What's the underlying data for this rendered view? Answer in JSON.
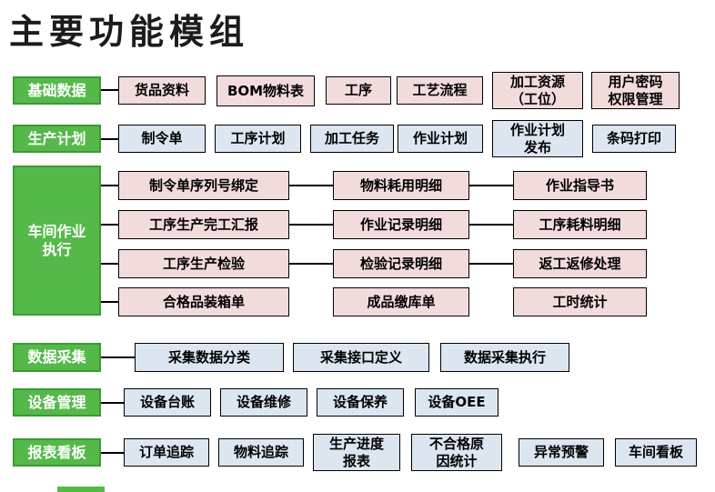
{
  "title": "主要功能模组",
  "colors": {
    "green": "#55b94a",
    "green-border": "#3a9a35",
    "pink": "#f2dcdb",
    "blue": "#dce6f1"
  },
  "rows": [
    {
      "category": "基础数据",
      "items": [
        "货品资料",
        "BOM物料表",
        "工序",
        "工艺流程",
        "加工资源\n（工位）",
        "用户密码\n权限管理"
      ]
    },
    {
      "category": "生产计划",
      "items": [
        "制令单",
        "工序计划",
        "加工任务",
        "作业计划",
        "作业计划\n发布",
        "条码打印"
      ]
    },
    {
      "category": "车间作业\n执行",
      "grid": [
        [
          "制令单序列号绑定",
          "物料耗用明细",
          "作业指导书"
        ],
        [
          "工序生产完工汇报",
          "作业记录明细",
          "工序耗料明细"
        ],
        [
          "工序生产检验",
          "检验记录明细",
          "返工返修处理"
        ],
        [
          "合格品装箱单",
          "成品缴库单",
          "工时统计"
        ]
      ]
    },
    {
      "category": "数据采集",
      "items": [
        "采集数据分类",
        "采集接口定义",
        "数据采集执行"
      ]
    },
    {
      "category": "设备管理",
      "items": [
        "设备台账",
        "设备维修",
        "设备保养",
        "设备OEE"
      ]
    },
    {
      "category": "报表看板",
      "items": [
        "订单追踪",
        "物料追踪",
        "生产进度\n报表",
        "不合格原\n因统计",
        "异常预警",
        "车间看板"
      ]
    }
  ]
}
